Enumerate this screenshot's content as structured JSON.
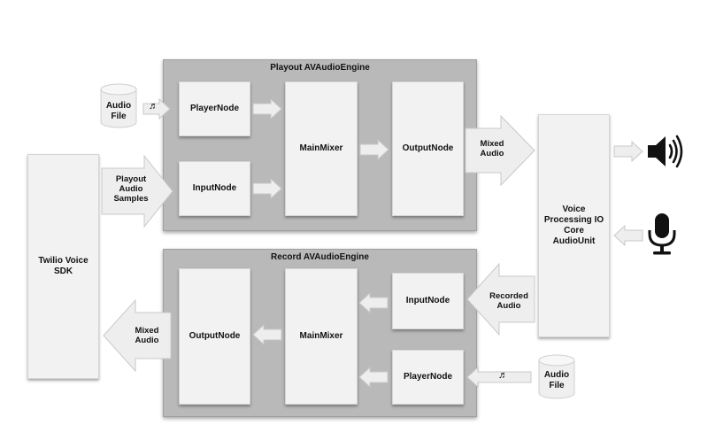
{
  "engines": {
    "playout": {
      "title": "Playout AVAudioEngine"
    },
    "record": {
      "title": "Record AVAudioEngine"
    }
  },
  "playout_nodes": {
    "player": "PlayerNode",
    "input": "InputNode",
    "mixer": "MainMixer",
    "output": "OutputNode"
  },
  "record_nodes": {
    "input": "InputNode",
    "player": "PlayerNode",
    "mixer": "MainMixer",
    "output": "OutputNode"
  },
  "sdk": {
    "line1": "Twilio Voice",
    "line2": "SDK"
  },
  "voice_io": {
    "line1": "Voice",
    "line2": "Processing IO",
    "line3": "Core",
    "line4": "AudioUnit"
  },
  "audio_file_top": {
    "line1": "Audio",
    "line2": "File"
  },
  "audio_file_bottom": {
    "line1": "Audio",
    "line2": "File"
  },
  "arrow_labels": {
    "playout_samples": {
      "line1": "Playout",
      "line2": "Audio",
      "line3": "Samples"
    },
    "mixed_audio_out": {
      "line1": "Mixed",
      "line2": "Audio"
    },
    "recorded_audio": {
      "line1": "Recorded",
      "line2": "Audio"
    },
    "mixed_audio_sdk": {
      "line1": "Mixed",
      "line2": "Audio"
    }
  },
  "music_note": "♬",
  "icons": {
    "speaker": "speaker-icon",
    "microphone": "microphone-icon"
  },
  "colors": {
    "engine_bg": "#b9b9b9",
    "node_bg": "#f2f2f2",
    "arrow_fill": "#eeeeee",
    "arrow_stroke": "#c8c8c8"
  }
}
